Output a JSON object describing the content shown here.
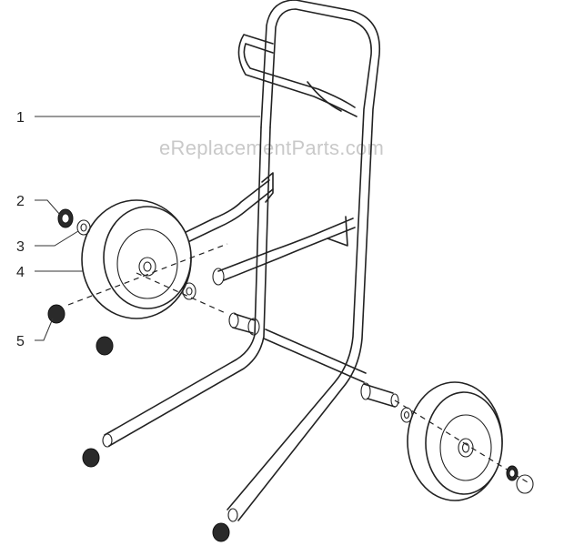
{
  "watermark": "eReplacementParts.com",
  "callouts": [
    {
      "number": "1",
      "part": "cart frame"
    },
    {
      "number": "2",
      "part": "retaining cap"
    },
    {
      "number": "3",
      "part": "washer"
    },
    {
      "number": "4",
      "part": "wheel"
    },
    {
      "number": "5",
      "part": "end cap"
    }
  ],
  "colors": {
    "line": "#222222",
    "background": "#ffffff",
    "watermark": "#c9c9c9"
  }
}
